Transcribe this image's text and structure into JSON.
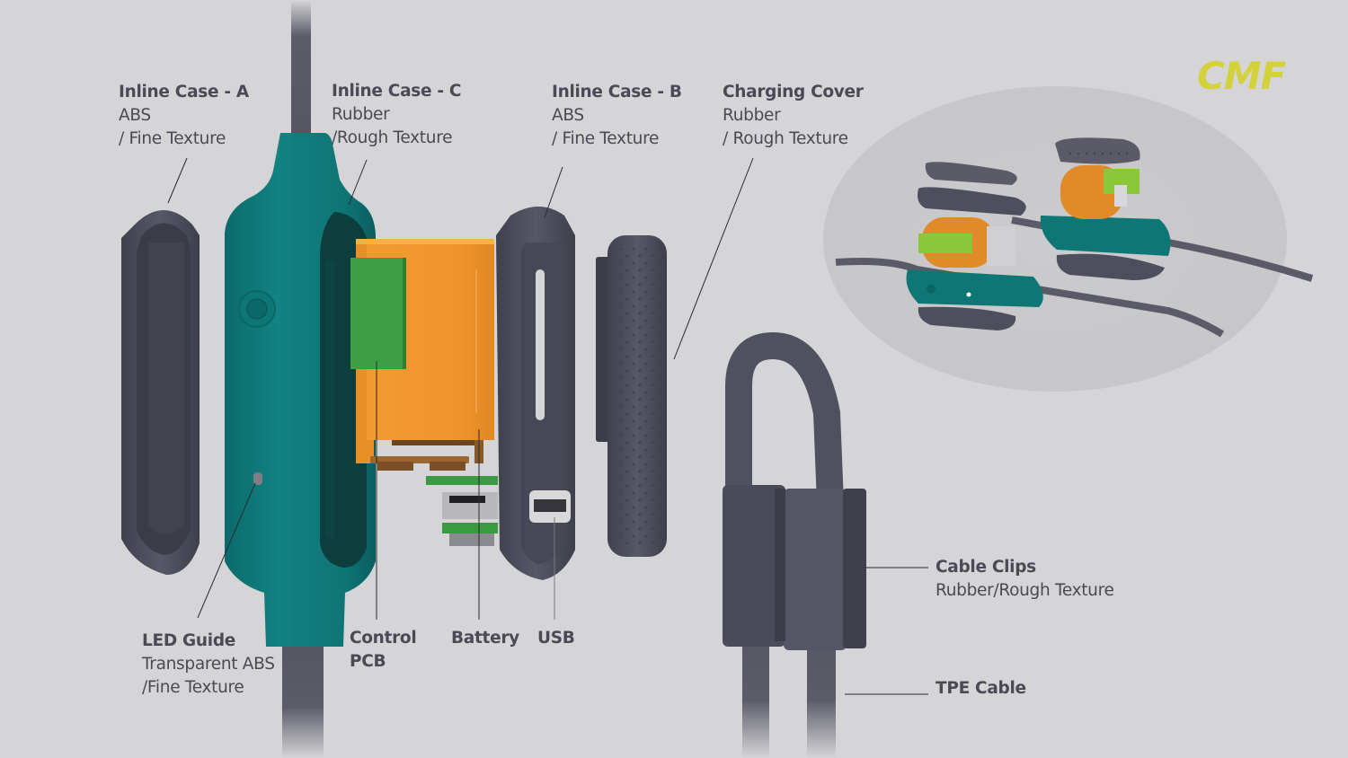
{
  "brand_mark": "CMF",
  "colors": {
    "background": "#d5d5d7",
    "teal_case": "#0e7a7a",
    "rubber_gray": "#4e4f5c",
    "battery_orange": "#f0962e",
    "pcb_green": "#3ea043",
    "accent_yellow": "#d4d23a",
    "label_text": "#4a4a55"
  },
  "callouts": [
    {
      "id": "inline-case-a",
      "title": "Inline Case - A",
      "lines": [
        "ABS",
        "/ Fine Texture"
      ]
    },
    {
      "id": "inline-case-c",
      "title": "Inline Case - C",
      "lines": [
        "Rubber",
        "/Rough Texture"
      ]
    },
    {
      "id": "inline-case-b",
      "title": "Inline Case - B",
      "lines": [
        "ABS",
        "/ Fine Texture"
      ]
    },
    {
      "id": "charging-cover",
      "title": "Charging Cover",
      "lines": [
        "Rubber",
        "/ Rough Texture"
      ]
    },
    {
      "id": "led-guide",
      "title": "LED Guide",
      "lines": [
        "Transparent ABS",
        "/Fine Texture"
      ]
    },
    {
      "id": "control-pcb",
      "title": "Control",
      "lines": [
        "PCB"
      ]
    },
    {
      "id": "battery",
      "title": "Battery",
      "lines": []
    },
    {
      "id": "usb",
      "title": "USB",
      "lines": []
    },
    {
      "id": "cable-clips",
      "title": "Cable Clips",
      "lines": [
        "Rubber/Rough Texture"
      ]
    },
    {
      "id": "tpe-cable",
      "title": "TPE Cable",
      "lines": []
    }
  ]
}
